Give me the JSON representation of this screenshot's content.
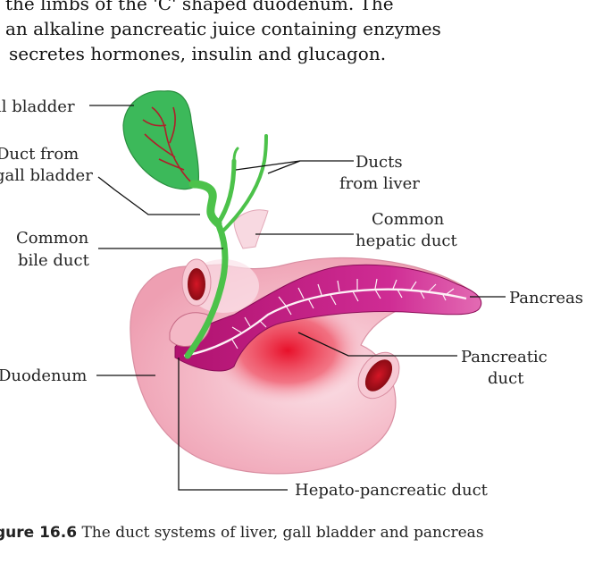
{
  "body_text": [
    "the limbs of the 'C' shaped duodenum. The",
    "an alkaline pancreatic juice containing enzymes",
    "secretes hormones, insulin and glucagon."
  ],
  "labels": {
    "gall_bladder": "ll bladder",
    "duct_from_gall_bladder_1": "Duct from",
    "duct_from_gall_bladder_2": "gall bladder",
    "common_bile_duct_1": "Common",
    "common_bile_duct_2": "bile duct",
    "ducts_from_liver_1": "Ducts",
    "ducts_from_liver_2": "from liver",
    "common_hepatic_duct_1": "Common",
    "common_hepatic_duct_2": "hepatic duct",
    "pancreas": "Pancreas",
    "pancreatic_duct_1": "Pancreatic",
    "pancreatic_duct_2": "duct",
    "duodenum": "Duodenum",
    "hepato_pancreatic_duct": "Hepato-pancreatic duct"
  },
  "caption": {
    "figure_number": "gure 16.6",
    "text": " The duct systems of liver, gall bladder and pancreas"
  },
  "colors": {
    "gall_bladder": "#3cb95a",
    "duct_green": "#4cc24a",
    "duodenum": "#f6c4cf",
    "duodenum_red": "#e8303f",
    "pancreas": "#b8167a",
    "vessels": "#b01e2a"
  }
}
